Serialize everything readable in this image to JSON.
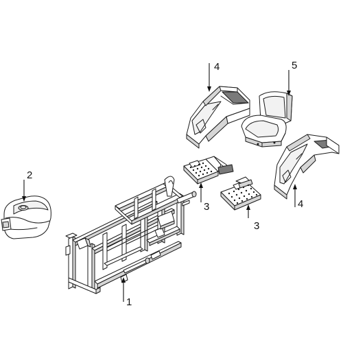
{
  "callouts": {
    "c1": "1",
    "c2": "2",
    "c3a": "3",
    "c3b": "3",
    "c4a": "4",
    "c4b": "4",
    "c5": "5"
  },
  "parts": [
    {
      "id": "frame",
      "callout": "1"
    },
    {
      "id": "fuel-tank",
      "callout": "2"
    },
    {
      "id": "footrest-left",
      "callout": "3"
    },
    {
      "id": "footrest-right",
      "callout": "3"
    },
    {
      "id": "fender-left",
      "callout": "4"
    },
    {
      "id": "fender-right",
      "callout": "4"
    },
    {
      "id": "seat",
      "callout": "5"
    }
  ],
  "colors": {
    "line": "#1a1a1a",
    "shade_dark": "#7a7a7a",
    "shade_mid": "#d6d6d6",
    "background": "#ffffff"
  }
}
